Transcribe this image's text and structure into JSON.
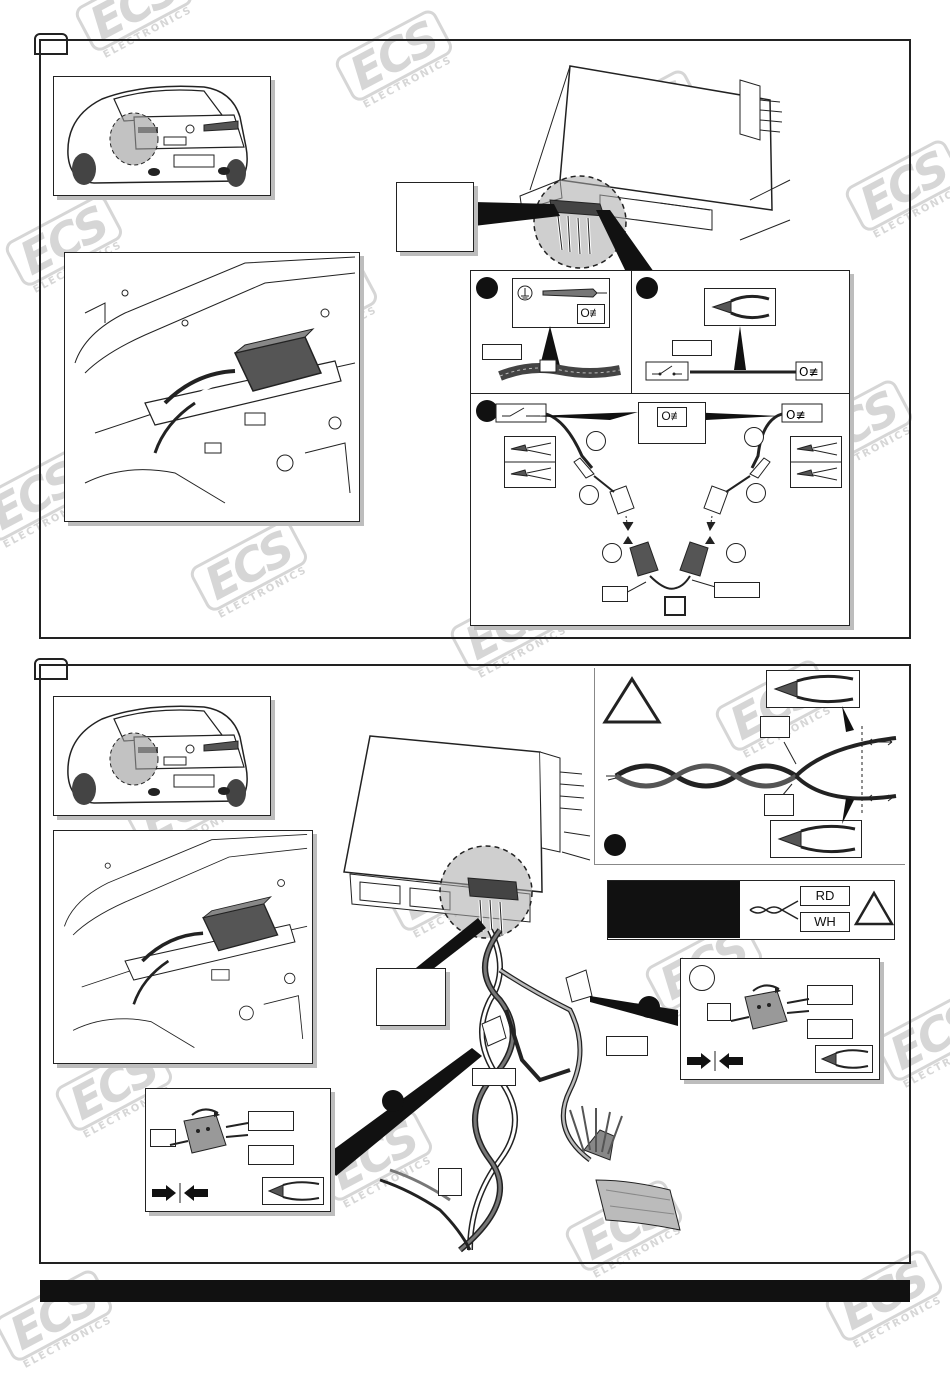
{
  "watermark": {
    "logo": "ECS",
    "tagline": "ELECTRONICS"
  },
  "labels": {
    "red_wire": "RD",
    "white_wire": "WH"
  },
  "icons": {
    "fog_light": "fog-light-icon",
    "test_probe": "ground-test-probe-icon",
    "cutter": "side-cutter-icon",
    "crimper": "crimp-tool-icon",
    "switch": "switch-icon",
    "warning": "warning-triangle-icon"
  },
  "colors": {
    "line": "#222222",
    "footer_bar": "#111111",
    "watermark": "#d6d6d6",
    "drop_shadow": "#bdbdbd"
  }
}
